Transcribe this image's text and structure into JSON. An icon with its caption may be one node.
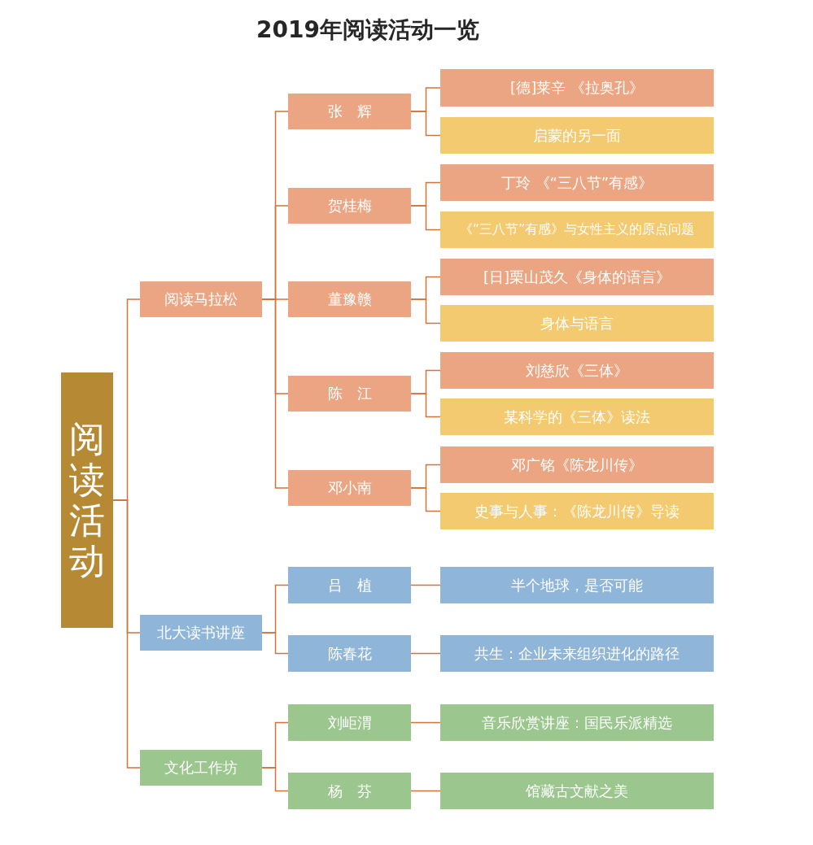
{
  "diagram": {
    "title": "2019年阅读活动一览",
    "nodes": [
      {
        "text": [
          "阅读活动"
        ]
      },
      {
        "text": [
          "阅读马拉松"
        ]
      },
      {
        "text": [
          "张　辉"
        ]
      },
      {
        "text": [
          "[德]莱辛 《拉奥孔》"
        ]
      },
      {
        "text": [
          "启蒙的另一面"
        ]
      },
      {
        "text": [
          "贺桂梅"
        ]
      },
      {
        "text": [
          "丁玲 《“三八节”有感》"
        ]
      },
      {
        "text": [
          "《“三八节”有感》与女性主义的原点问题"
        ]
      },
      {
        "text": [
          "董豫赣"
        ]
      },
      {
        "text": [
          "[日]栗山茂久《身体的语言》"
        ]
      },
      {
        "text": [
          "身体与语言"
        ]
      },
      {
        "text": [
          "陈　江"
        ]
      },
      {
        "text": [
          "刘慈欣《三体》"
        ]
      },
      {
        "text": [
          "某科学的《三体》读法"
        ]
      },
      {
        "text": [
          "邓小南"
        ]
      },
      {
        "text": [
          "邓广铭《陈龙川传》"
        ]
      },
      {
        "text": [
          "史事与人事：《陈龙川传》导读"
        ]
      },
      {
        "text": [
          "北大读书讲座"
        ]
      },
      {
        "text": [
          "吕　植"
        ]
      },
      {
        "text": [
          "半个地球，是否可能"
        ]
      },
      {
        "text": [
          "陈春花"
        ]
      },
      {
        "text": [
          "共生：企业未来组织进化的路径"
        ]
      },
      {
        "text": [
          "文化工作坊"
        ]
      },
      {
        "text": [
          "刘岠渭"
        ]
      },
      {
        "text": [
          "音乐欣赏讲座：国民乐派精选"
        ]
      },
      {
        "text": [
          "杨　芬"
        ]
      },
      {
        "text": [
          "馆藏古文献之美"
        ]
      }
    ],
    "edges": [
      {
        "from": 0,
        "to": 1,
        "arrow": "none"
      },
      {
        "from": 0,
        "to": 17,
        "arrow": "none"
      },
      {
        "from": 0,
        "to": 22,
        "arrow": "none"
      },
      {
        "from": 1,
        "to": 2,
        "arrow": "none"
      },
      {
        "from": 2,
        "to": 3,
        "arrow": "none"
      },
      {
        "from": 2,
        "to": 4,
        "arrow": "none"
      },
      {
        "from": 1,
        "to": 5,
        "arrow": "none"
      },
      {
        "from": 5,
        "to": 6,
        "arrow": "none"
      },
      {
        "from": 5,
        "to": 7,
        "arrow": "none"
      },
      {
        "from": 1,
        "to": 8,
        "arrow": "none"
      },
      {
        "from": 8,
        "to": 9,
        "arrow": "none"
      },
      {
        "from": 8,
        "to": 10,
        "arrow": "none"
      },
      {
        "from": 1,
        "to": 11,
        "arrow": "none"
      },
      {
        "from": 11,
        "to": 12,
        "arrow": "none"
      },
      {
        "from": 11,
        "to": 13,
        "arrow": "none"
      },
      {
        "from": 1,
        "to": 14,
        "arrow": "none"
      },
      {
        "from": 14,
        "to": 15,
        "arrow": "none"
      },
      {
        "from": 14,
        "to": 16,
        "arrow": "none"
      },
      {
        "from": 17,
        "to": 18,
        "arrow": "none"
      },
      {
        "from": 18,
        "to": 19,
        "arrow": "none"
      },
      {
        "from": 17,
        "to": 20,
        "arrow": "none"
      },
      {
        "from": 20,
        "to": 21,
        "arrow": "none"
      },
      {
        "from": 22,
        "to": 23,
        "arrow": "none"
      },
      {
        "from": 23,
        "to": 24,
        "arrow": "none"
      },
      {
        "from": 22,
        "to": 25,
        "arrow": "none"
      },
      {
        "from": 25,
        "to": 26,
        "arrow": "none"
      }
    ]
  }
}
